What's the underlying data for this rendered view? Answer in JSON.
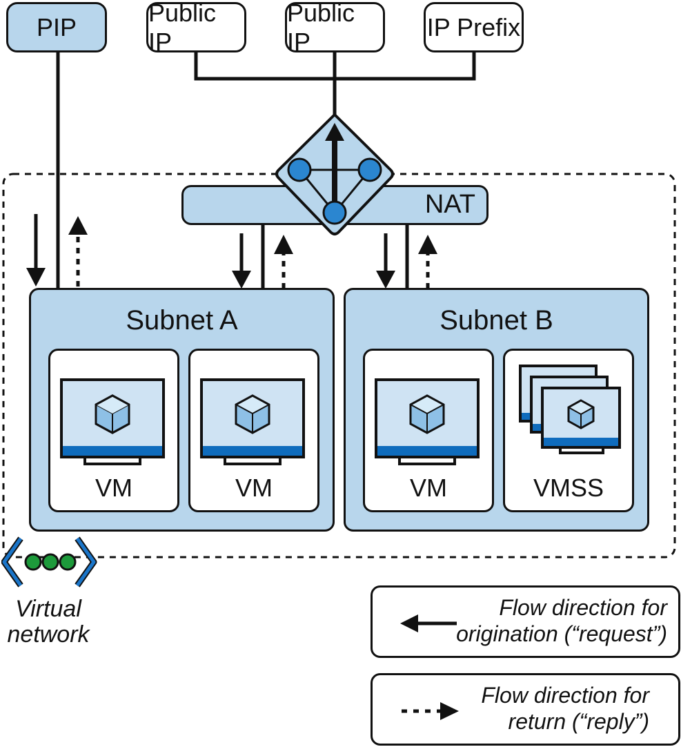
{
  "top_nodes": {
    "pip": "PIP",
    "public_ip_1": "Public IP",
    "public_ip_2": "Public IP",
    "ip_prefix": "IP Prefix"
  },
  "nat": {
    "label": "NAT"
  },
  "subnet_a": {
    "title": "Subnet A",
    "items": [
      "VM",
      "VM"
    ]
  },
  "subnet_b": {
    "title": "Subnet B",
    "items": [
      "VM",
      "VMSS"
    ]
  },
  "vnet": {
    "label_line1": "Virtual",
    "label_line2": "network"
  },
  "legend": {
    "request_line1": "Flow direction for",
    "request_line2": "origination (“request”)",
    "reply_line1": "Flow direction for",
    "reply_line2": "return (“reply”)"
  },
  "colors": {
    "box_fill": "#b8d6ec",
    "screen_blue": "#0f6cbd",
    "node_blue": "#2b86d0",
    "vnet_green": "#1d9a3b",
    "vnet_blue": "#1a75c9"
  }
}
